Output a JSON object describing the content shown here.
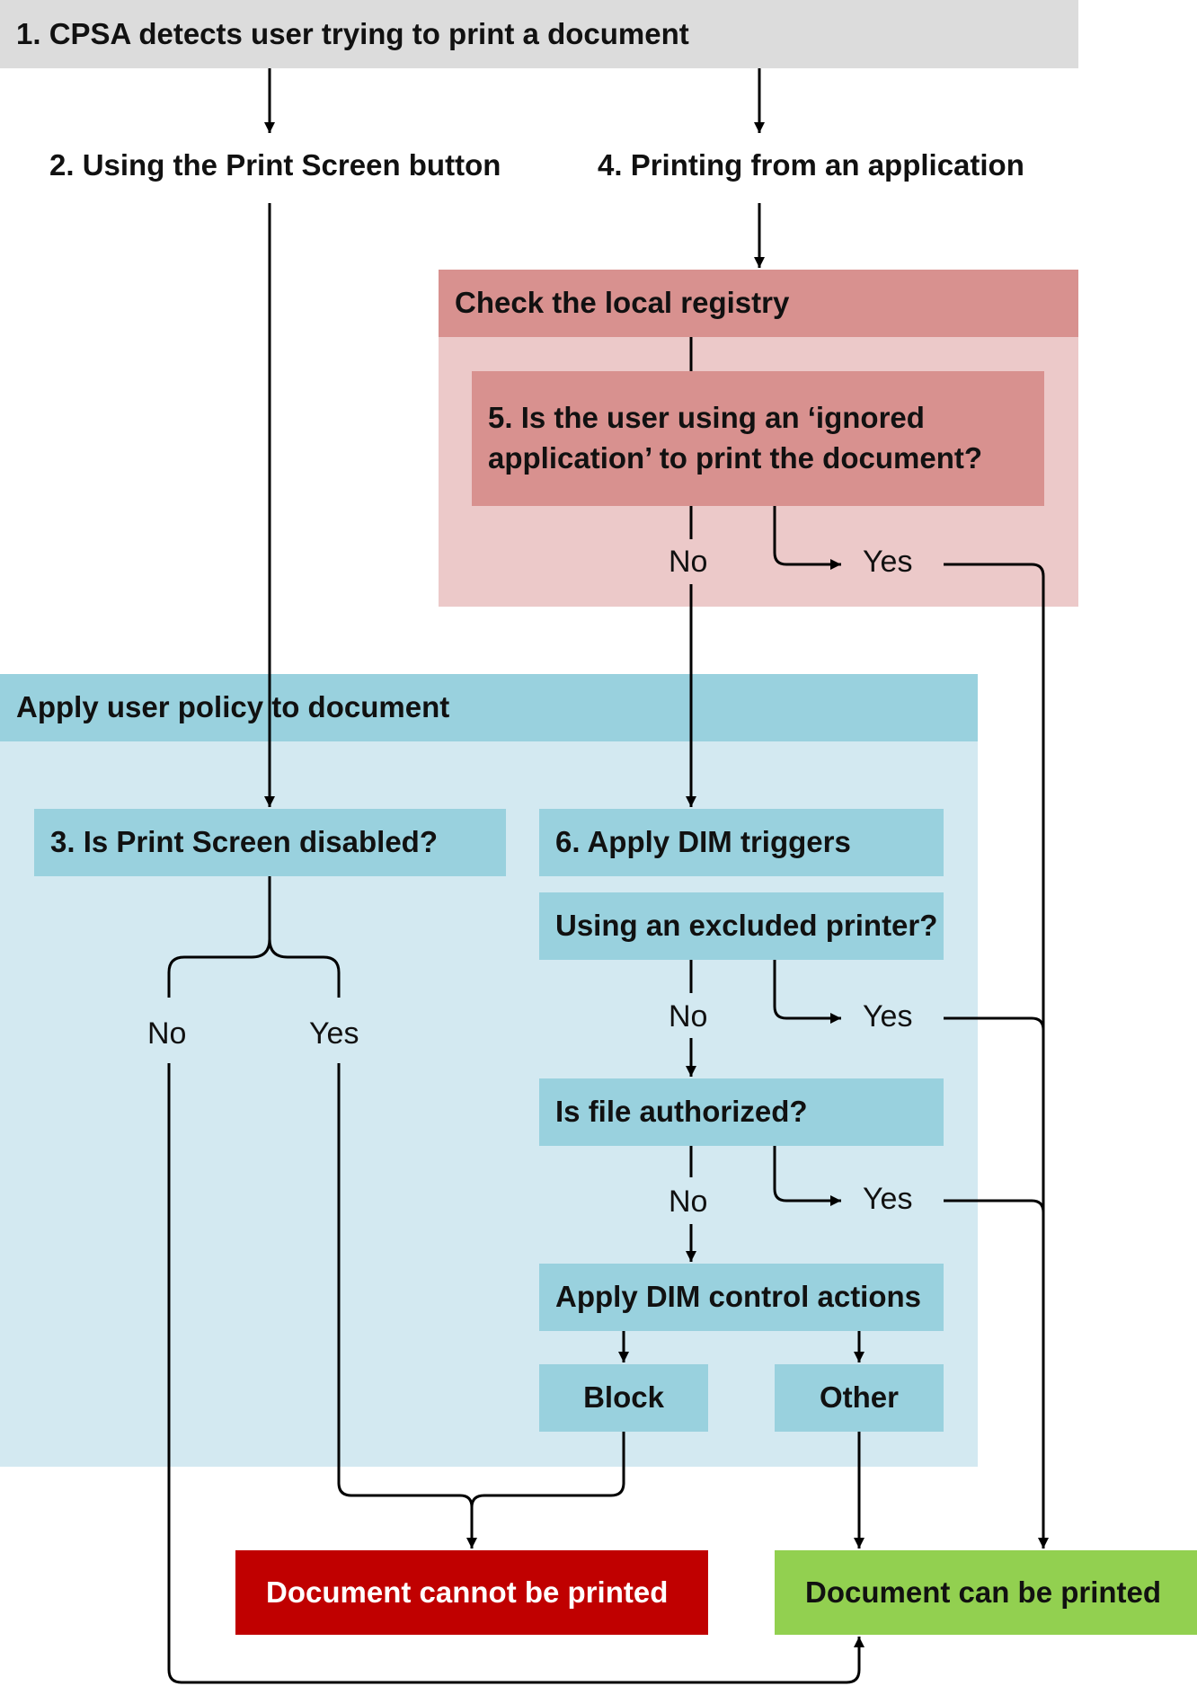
{
  "colors": {
    "gray": "#dcdcdc",
    "registry_panel": "#ecc9c9",
    "registry_header": "#d8918f",
    "policy_panel": "#d3e9f1",
    "policy_box": "#99d1de",
    "cannot": "#c00000",
    "can": "#92d050",
    "line": "#000000"
  },
  "steps": {
    "detect": "1. CPSA detects user trying to print a document",
    "print_screen": "2. Using the Print Screen button",
    "printing_app": "4. Printing from an application",
    "registry_header": "Check the local registry",
    "ignored_app": "5. Is the user using an ‘ignored application’ to print the document?",
    "policy_header": "Apply user policy to document",
    "ps_disabled": "3. Is Print Screen disabled?",
    "dim_triggers": "6. Apply DIM triggers",
    "excluded_printer": "Using an excluded printer?",
    "file_authorized": "Is file authorized?",
    "dim_actions": "Apply DIM control actions",
    "block": "Block",
    "other": "Other",
    "cannot_print": "Document cannot be printed",
    "can_print": "Document can be printed"
  },
  "labels": {
    "no": "No",
    "yes": "Yes"
  }
}
